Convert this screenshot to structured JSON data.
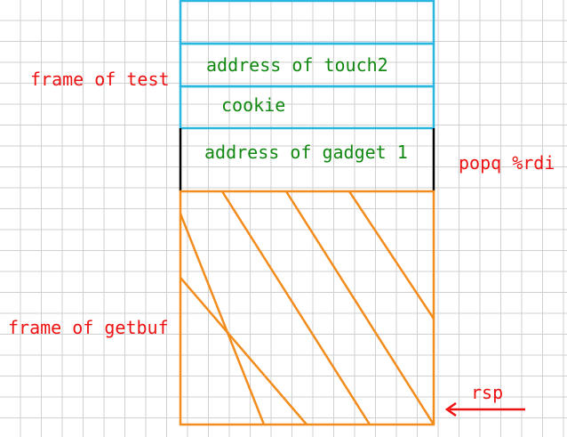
{
  "colors": {
    "grid": "#d0d0d0",
    "test_frame": "#29b6e0",
    "gadget_border": "#000000",
    "getbuf_frame": "#f28c1c",
    "label_red": "#ee1111",
    "label_green": "#118811"
  },
  "stack": {
    "slots": [
      {
        "id": "empty",
        "text": ""
      },
      {
        "id": "touch2",
        "text": "address of touch2"
      },
      {
        "id": "cookie",
        "text": "cookie"
      },
      {
        "id": "gadget1",
        "text": "address of gadget 1"
      }
    ],
    "buffer": {
      "hatched": true
    }
  },
  "labels": {
    "frame_of_test": "frame of test",
    "frame_of_getbuf": "frame of getbuf",
    "popq": "popq %rdi",
    "rsp": "rsp"
  }
}
